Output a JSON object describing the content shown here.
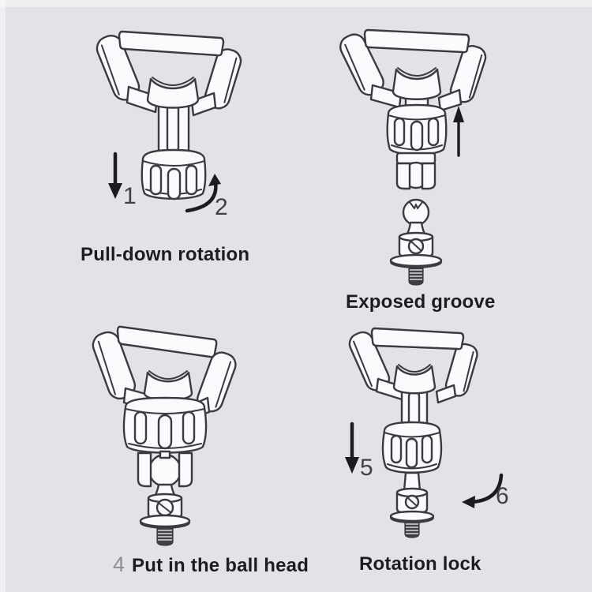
{
  "colors": {
    "background": "#e3e2e6",
    "line": "#3a3a40",
    "fill": "#fbfbfd",
    "text": "#1d1d1f",
    "step_number": "#8d8d92",
    "arrow": "#1c1c1e"
  },
  "panels": {
    "top_left": {
      "caption": "Pull-down rotation",
      "arrow1_label": "1",
      "arrow2_label": "2"
    },
    "top_right": {
      "caption": "Exposed groove"
    },
    "bottom_left": {
      "step_number": "4",
      "caption": "Put in the ball head"
    },
    "bottom_right": {
      "caption": "Rotation lock",
      "arrow5_label": "5",
      "arrow6_label": "6"
    }
  },
  "icons": {
    "down_arrow_1": "straight-down-arrow",
    "curve_arrow_2": "counterclockwise-curved-arrow",
    "up_arrow": "straight-up-arrow",
    "down_arrow_5": "straight-down-arrow",
    "curve_arrow_6": "counterclockwise-curved-arrow"
  }
}
